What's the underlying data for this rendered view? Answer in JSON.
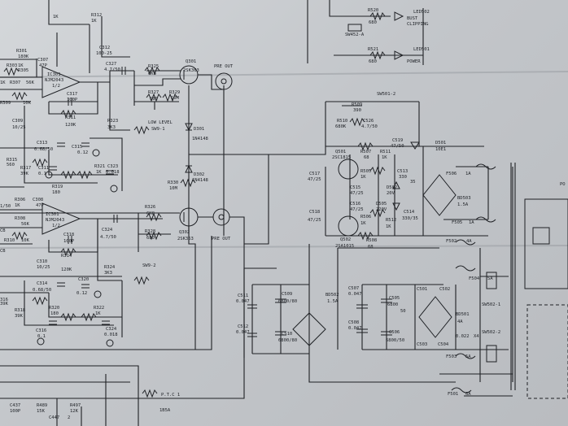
{
  "components": {
    "r301": [
      "R301",
      "180K"
    ],
    "r303": [
      "R303",
      "1K"
    ],
    "r305": [
      "R305",
      "1K"
    ],
    "r307": [
      "R307",
      "56K"
    ],
    "r309": [
      "R309",
      "10K"
    ],
    "c307": [
      "C307",
      "47P"
    ],
    "ic301_top": [
      "IC301",
      "NJM2043",
      "1/2"
    ],
    "c317": [
      "C317",
      "100P"
    ],
    "r311": [
      "R311",
      "120K"
    ],
    "c327": [
      "C327",
      "4.7/50"
    ],
    "r325": [
      "R325",
      "6K8"
    ],
    "r327": [
      "R327",
      "680"
    ],
    "r329": [
      "R329",
      "10M"
    ],
    "q301": [
      "Q301",
      "2SK363"
    ],
    "pre_out_top": "PRE OUT",
    "low_level": [
      "LOW LEVEL",
      "SW9-1"
    ],
    "d301": [
      "D301",
      "1N4148"
    ],
    "r323": [
      "R323",
      "3K3"
    ],
    "c309": [
      "C309",
      "10/25"
    ],
    "c313": [
      "C313",
      "0.68/50"
    ],
    "c315": [
      "C315",
      "0.12"
    ],
    "r315": [
      "R315",
      "560"
    ],
    "r317": [
      "R317",
      "39K"
    ],
    "c311": [
      "C311",
      "0.1"
    ],
    "r319": [
      "R319",
      "180"
    ],
    "r321": [
      "R321",
      "1K"
    ],
    "c323": [
      "C323",
      "0.018"
    ],
    "d302": [
      "D302",
      "1N4148"
    ],
    "r330": [
      "R330",
      "10M"
    ],
    "r326": [
      "R326",
      "6K8"
    ],
    "r328": [
      "R328",
      "680"
    ],
    "sw9_2": "SW9-2",
    "q302": [
      "Q302",
      "2SK363"
    ],
    "pre_out_bot": "PRE OUT",
    "c324": [
      "C324",
      "4.7/50"
    ],
    "r306": [
      "R306",
      "1K"
    ],
    "r308": [
      "R308",
      "56K"
    ],
    "r310": [
      "R310",
      "10K"
    ],
    "c308": [
      "C308",
      "47P"
    ],
    "ic301_bot": [
      "IC301",
      "NJM2043",
      "1/2"
    ],
    "c318": [
      "C318",
      "100P"
    ],
    "r314": [
      "R314",
      "120K"
    ],
    "r324": [
      "R324",
      "3K3"
    ],
    "c310": [
      "C310",
      "10/25"
    ],
    "c314": [
      "C314",
      "0.68/50"
    ],
    "c320": [
      "C320",
      "0.12"
    ],
    "r318": [
      "R318",
      "39K"
    ],
    "r320": [
      "R320",
      "180"
    ],
    "r322": [
      "R322",
      "1K"
    ],
    "c316": [
      "C316",
      "0.1"
    ],
    "c324b": [
      "C324",
      "0.018"
    ],
    "r_left": "39K",
    "c437": [
      "C437",
      "100P"
    ],
    "r489": [
      "R489",
      "15K"
    ],
    "c447": [
      "C447",
      "2"
    ],
    "r497": [
      "R497",
      "12K"
    ],
    "ptc1": [
      "P.T.C 1",
      "1B5A"
    ],
    "top_r1": "1K",
    "top_r2": [
      "R312",
      "1K"
    ],
    "top_c": [
      "C312",
      "100-25"
    ],
    "r520": [
      "R520",
      "680"
    ],
    "r521": [
      "R521",
      "680"
    ],
    "sw452": "SW452-A",
    "led502": [
      "LED502",
      "BUST",
      "CLIPPING"
    ],
    "led501": [
      "LED501",
      "POWER"
    ],
    "sw501_2": "SW501-2",
    "r509": [
      "R509",
      "390"
    ],
    "r510": [
      "R510",
      "680K"
    ],
    "c526": [
      "C526",
      "4.7/50"
    ],
    "c519": [
      "C519",
      "47/50"
    ],
    "d501": [
      "D501",
      "10E1"
    ],
    "q501": [
      "Q501",
      "2SC1815"
    ],
    "r507": [
      "R507",
      "68"
    ],
    "r511": [
      "R511",
      "1K"
    ],
    "c517": [
      "C517",
      "47/25"
    ],
    "r505": [
      "R505",
      "1K"
    ],
    "c515": [
      "C515",
      "47/25"
    ],
    "c513": [
      "C513",
      "330",
      "35"
    ],
    "d502": [
      "D502",
      "20V"
    ],
    "c516": [
      "C516",
      "47/25"
    ],
    "d505": [
      "D505",
      "220V"
    ],
    "c518": [
      "C518",
      "47/25"
    ],
    "r506": [
      "R506",
      "1K"
    ],
    "r512": [
      "R512",
      "1K"
    ],
    "c514": [
      "C514",
      "330/35"
    ],
    "q502": [
      "Q502",
      "2SA1015"
    ],
    "r508": [
      "R508",
      "68"
    ],
    "f506": [
      "F506",
      "1A"
    ],
    "bd503": [
      "BD503",
      "1.5A"
    ],
    "f505": [
      "F505",
      "1A"
    ],
    "f502": [
      "F502",
      "4A"
    ],
    "f504": [
      "F504",
      "5A"
    ],
    "f503": [
      "F503",
      "5A"
    ],
    "f501": [
      "F501",
      "6A"
    ],
    "c511": [
      "C511",
      "0.047"
    ],
    "c512": [
      "C512",
      "0.047"
    ],
    "c509": [
      "C509",
      "6800/80"
    ],
    "c510": [
      "C510",
      "6800/80"
    ],
    "bd502": [
      "BD502",
      "1.5A"
    ],
    "c507": [
      "C507",
      "0.047"
    ],
    "c508": [
      "C508",
      "0.047"
    ],
    "c505": [
      "C505",
      "6800",
      "50"
    ],
    "c506": [
      "C506",
      "6800/50"
    ],
    "c501": "C501",
    "c502": "C502",
    "c503": "C503",
    "c504": "C504",
    "bd501": [
      "BD501",
      "4A"
    ],
    "c_x4": [
      "0.022",
      "X4"
    ],
    "sw502_1": "SW502-1",
    "sw502_2": "SW502-2",
    "po_edge": "PO",
    "left_nums": [
      "316",
      "1/50",
      "CB",
      "CB"
    ]
  }
}
